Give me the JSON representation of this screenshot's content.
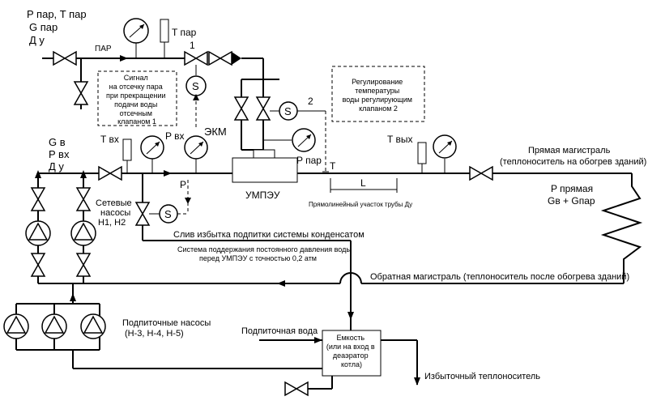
{
  "labels": {
    "steam_params_1": "P пар, T пар",
    "steam_params_2": "G пар",
    "steam_params_3": "Д у",
    "steam_line": "ПАР",
    "steam_temp": "T пар",
    "valve1": "1",
    "valve2": "2",
    "signal_box": [
      "Сигнал",
      "на отсечку пара",
      "при прекращении",
      "подачи воды",
      "отсечным",
      "клапаном 1"
    ],
    "reg_box": [
      "Регулирование",
      "температуры",
      "воды регулирующим",
      "клапаном 2"
    ],
    "water_params_1": "G в",
    "water_params_2": "P вх",
    "water_params_3": "Д у",
    "t_in": "T вх",
    "p_in": "P вх",
    "ekm": "ЭКМ",
    "p_steam": "P пар",
    "t_out_meter": "T",
    "p_label": "P",
    "t_out": "T вых",
    "direct_main_1": "Прямая магистраль",
    "direct_main_2": "(теплоноситель на обогрев зданий)",
    "umpeu": "УМПЭУ",
    "length": "L",
    "straight_section": "Прямолинейный участок трубы Ду",
    "p_direct": "P прямая",
    "flow_sum": "Gв + Gпар",
    "net_pumps_1": "Сетевые",
    "net_pumps_2": "насосы",
    "net_pumps_3": "Н1, Н2",
    "drain": "Слив избытка подпитки системы конденсатом",
    "pressure_sys_1": "Система поддержания постоянного давления воды",
    "pressure_sys_2": "перед УМПЭУ с точностью 0,2 атм",
    "return_main": "Обратная магистраль (теплоноситель после обогрева зданий)",
    "makeup_pumps_1": "Подпиточные насосы",
    "makeup_pumps_2": "(Н-3, Н-4, Н-5)",
    "makeup_water": "Подпиточная вода",
    "tank": [
      "Емкость",
      "(или на вход в",
      "деаэратор",
      "котла)"
    ],
    "excess": "Избыточный теплоноситель",
    "s": "S"
  }
}
